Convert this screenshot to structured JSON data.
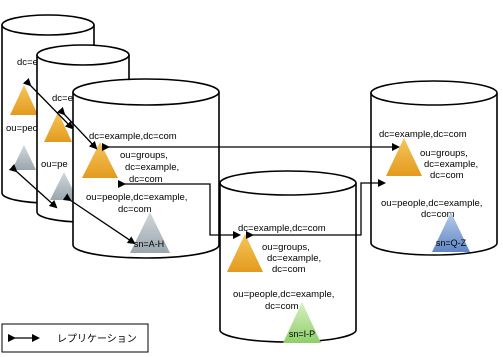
{
  "servers": [
    {
      "dc": "dc=e",
      "people": "ou=peop"
    },
    {
      "dc": "dc=e",
      "people": "ou=pe"
    },
    {
      "dc": "dc=example,dc=com",
      "groups": [
        "ou=groups,",
        "dc=example,",
        "dc=com"
      ],
      "people": [
        "ou=people,dc=example,",
        "dc=com"
      ],
      "partition": "sn=A-H"
    },
    {
      "dc": "dc=example,dc=com",
      "groups": [
        "ou=groups,",
        "dc=example,",
        "dc=com"
      ],
      "people": [
        "ou=people,dc=example,",
        "dc=com"
      ],
      "partition": "sn=I-P"
    },
    {
      "dc": "dc=example,dc=com",
      "groups": [
        "ou=groups,",
        "dc=example,",
        "dc=com"
      ],
      "people": [
        "ou=people,dc=example,",
        "dc=com"
      ],
      "partition": "sn=Q-Z"
    }
  ],
  "legend": {
    "label": "レプリケーション"
  },
  "colors": {
    "root_triangle": "#e9a93a",
    "people_triangle_a_h": "#aeb8be",
    "people_triangle_i_p": "#a7dc85",
    "people_triangle_q_z": "#7e9fd3"
  }
}
